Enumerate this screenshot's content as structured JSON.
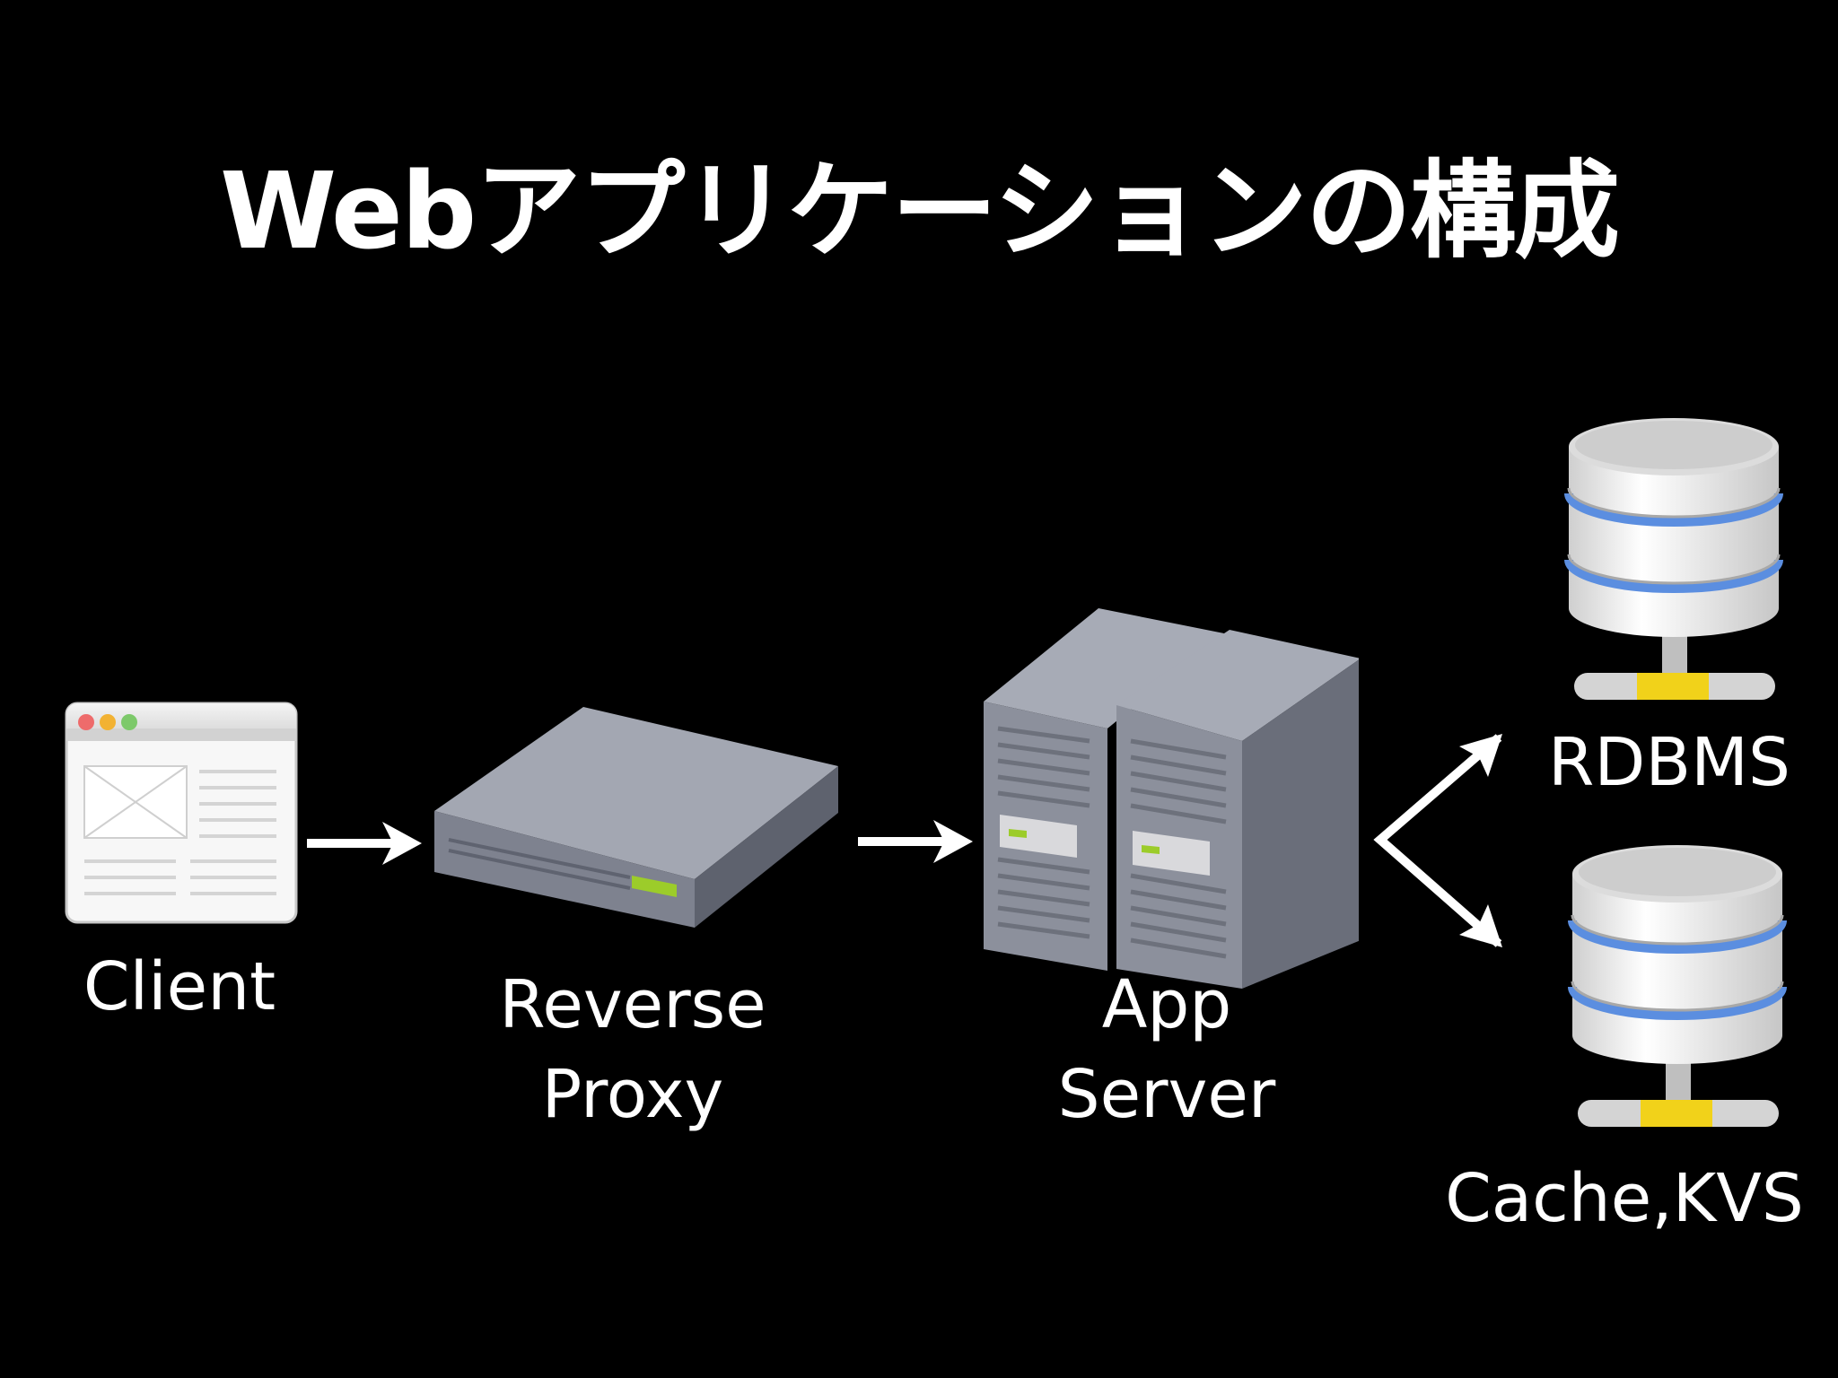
{
  "title": "Webアプリケーションの構成",
  "nodes": {
    "client": {
      "label": "Client"
    },
    "reverse_proxy": {
      "label_lines": [
        "Reverse",
        "Proxy"
      ]
    },
    "app_server": {
      "label_lines": [
        "App",
        "Server"
      ]
    },
    "rdbms": {
      "label": "RDBMS"
    },
    "cache_kvs": {
      "label": "Cache,KVS"
    }
  },
  "edges": [
    {
      "from": "Client",
      "to": "Reverse Proxy"
    },
    {
      "from": "Reverse Proxy",
      "to": "App Server"
    },
    {
      "from": "App Server",
      "to": "RDBMS"
    },
    {
      "from": "App Server",
      "to": "Cache,KVS"
    }
  ],
  "colors": {
    "background": "#000000",
    "text": "#ffffff",
    "server_gray": "#8e929e",
    "indicator_green": "#9ccc2a",
    "db_band_blue": "#5b8ee0",
    "db_connector_yellow": "#f1d21a"
  },
  "icons": {
    "client": "browser-window-icon",
    "reverse_proxy": "rack-server-icon",
    "app_server": "tower-servers-icon",
    "rdbms": "database-icon",
    "cache_kvs": "database-icon"
  }
}
